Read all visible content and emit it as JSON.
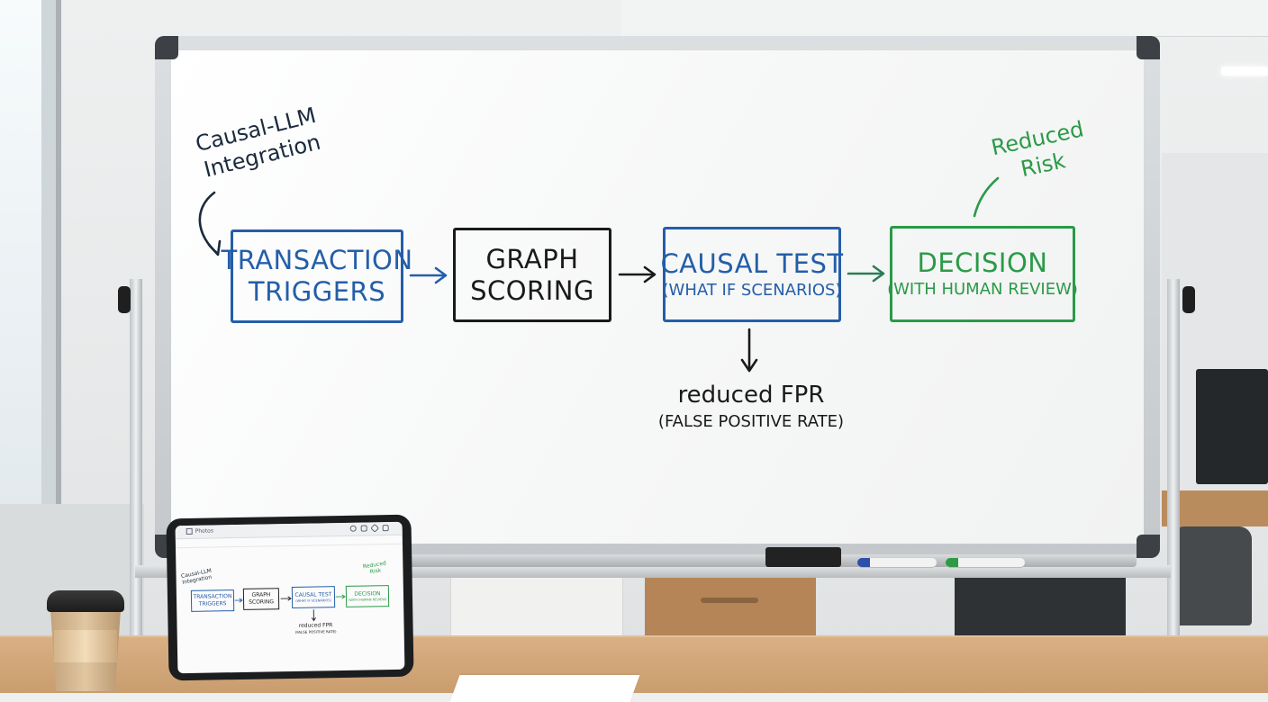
{
  "whiteboard": {
    "annotation_left": [
      "Causal-LLM",
      "Integration"
    ],
    "annotation_right": [
      "Reduced",
      "Risk"
    ],
    "flow": [
      {
        "title": [
          "TRANSACTION",
          "TRIGGERS"
        ],
        "subtitle": "",
        "color": "#245ea8"
      },
      {
        "title": [
          "GRAPH",
          "SCORING"
        ],
        "subtitle": "",
        "color": "#1a1a1a"
      },
      {
        "title": [
          "CAUSAL TEST"
        ],
        "subtitle": "(WHAT IF SCENARIOS)",
        "color": "#245ea8"
      },
      {
        "title": [
          "DECISION"
        ],
        "subtitle": "(WITH HUMAN REVIEW)",
        "color": "#2a9a47"
      }
    ],
    "outcome": {
      "line1": "reduced FPR",
      "line2": "(FALSE POSITIVE RATE)"
    }
  },
  "markers": [
    "blue",
    "green"
  ],
  "tablet": {
    "toolbar_title": "Photos",
    "menu": [
      "",
      "",
      ""
    ],
    "icons": [
      "home-icon",
      "search-icon",
      "grid-icon",
      "pen-icon",
      "expand-icon"
    ]
  }
}
